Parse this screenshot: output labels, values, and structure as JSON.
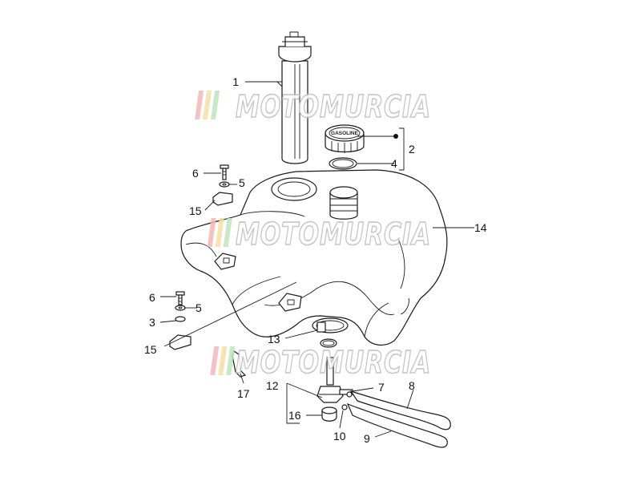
{
  "diagram": {
    "callouts": {
      "c1": "1",
      "c2": "2",
      "c3": "3",
      "c4": "4",
      "c5a": "5",
      "c5b": "5",
      "c6a": "6",
      "c6b": "6",
      "c7": "7",
      "c8": "8",
      "c9": "9",
      "c10": "10",
      "c12": "12",
      "c13": "13",
      "c14": "14",
      "c15a": "15",
      "c15b": "15",
      "c16": "16",
      "c17": "17"
    },
    "cap_label": "GASOLINE"
  },
  "watermark": {
    "text": "MOTOMURCIA",
    "stripe_colors": [
      "#f3b8b8",
      "#f6dfa8",
      "#bfe4bf"
    ]
  }
}
